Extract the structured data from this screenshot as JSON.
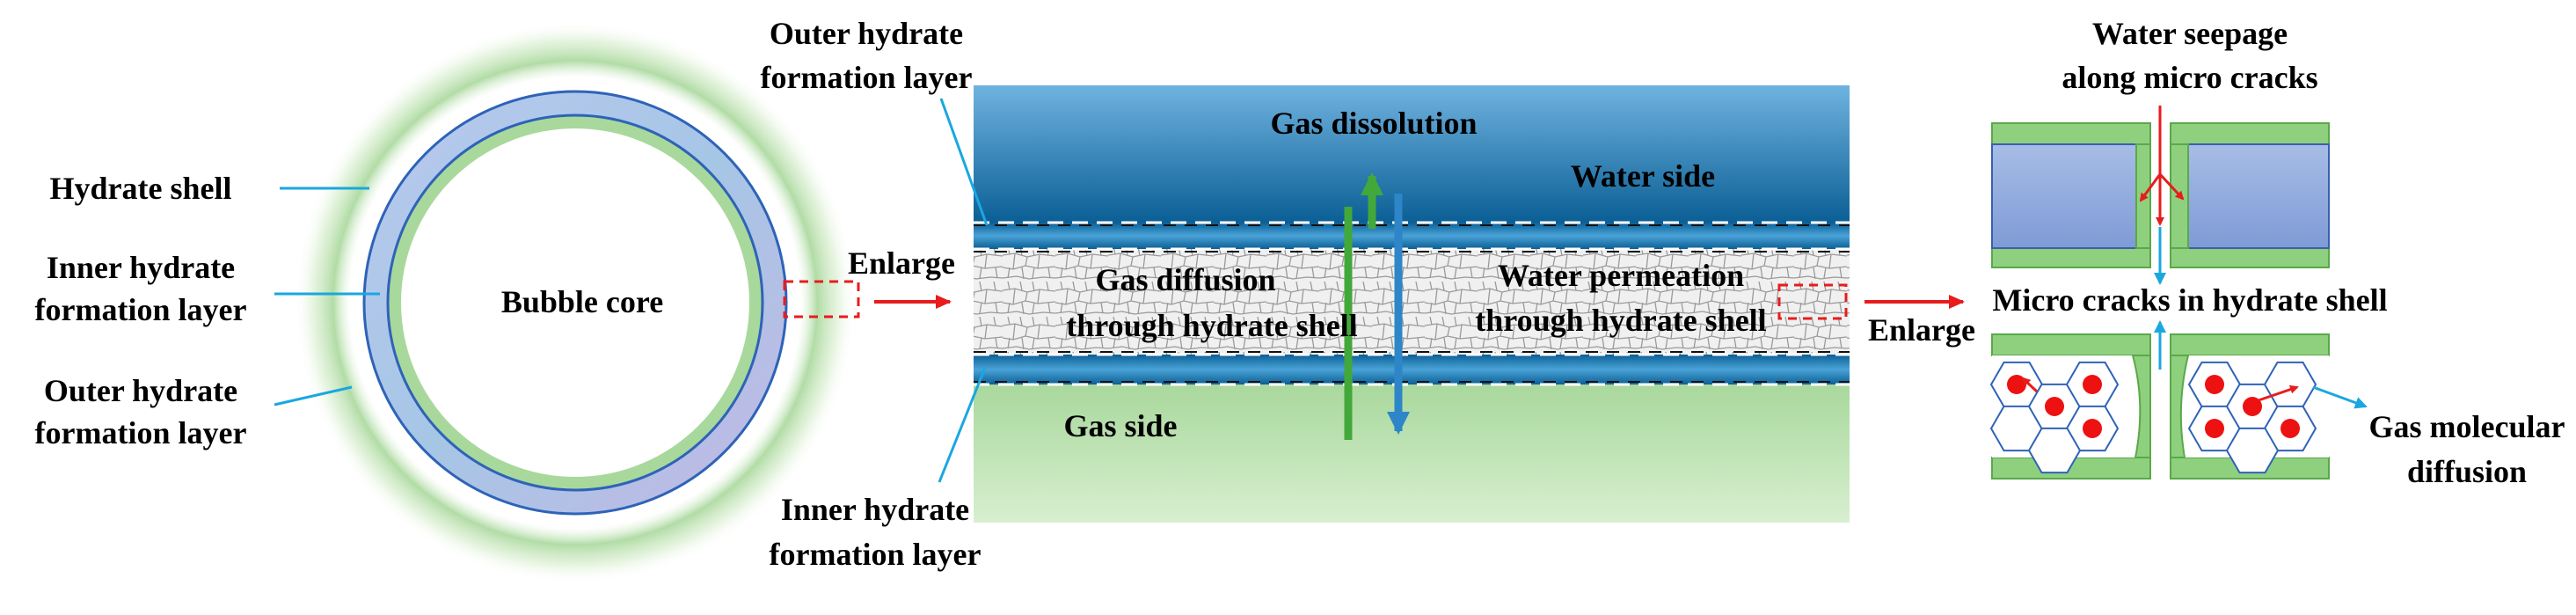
{
  "colors": {
    "water_dark": "#0b5f95",
    "water_light": "#6fb3e0",
    "gas_green": "#a9d89c",
    "gas_green_light": "#d7efd0",
    "shell_fill": "#a9c3ea",
    "ring_stroke": "#2e63b8",
    "leader_blue": "#1aa7e0",
    "arrow_red": "#e81c1c",
    "arrow_green": "#43a83a",
    "arrow_blue": "#2e86c8",
    "crack_green": "#8fd07e",
    "crack_block": "#8ea9dc",
    "hex_stroke": "#2e63b8",
    "dot_red": "#ee1111"
  },
  "left_panel": {
    "core_label": "Bubble core",
    "hydrate_shell_label": "Hydrate shell",
    "inner_layer_line1": "Inner hydrate",
    "inner_layer_line2": "formation layer",
    "outer_layer_line1": "Outer hydrate",
    "outer_layer_line2": "formation layer",
    "enlarge_label": "Enlarge"
  },
  "middle_panel": {
    "top_label_line1": "Outer hydrate",
    "top_label_line2": "formation layer",
    "bottom_label_line1": "Inner hydrate",
    "bottom_label_line2": "formation layer",
    "gas_dissolution": "Gas dissolution",
    "water_side": "Water side",
    "gas_diffusion_line1": "Gas diffusion",
    "gas_diffusion_line2": "through hydrate shell",
    "water_permeation_line1": "Water permeation",
    "water_permeation_line2": "through hydrate shell",
    "gas_side": "Gas side",
    "enlarge_label": "Enlarge"
  },
  "right_panel": {
    "seepage_line1": "Water seepage",
    "seepage_line2": "along micro cracks",
    "micro_cracks": "Micro cracks in hydrate shell",
    "gas_molecular_line1": "Gas molecular",
    "gas_molecular_line2": "diffusion"
  }
}
